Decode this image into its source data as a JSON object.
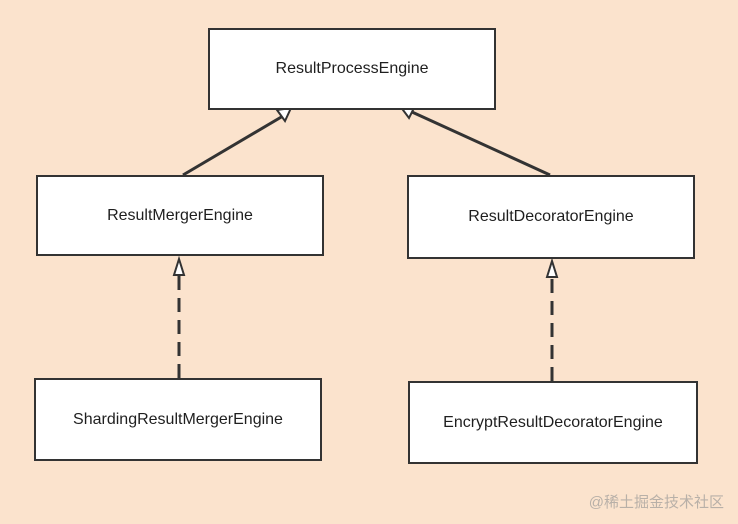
{
  "diagram": {
    "nodes": {
      "process": "ResultProcessEngine",
      "merger": "ResultMergerEngine",
      "decorator": "ResultDecoratorEngine",
      "sharding": "ShardingResultMergerEngine",
      "encrypt": "EncryptResultDecoratorEngine"
    },
    "edges": [
      {
        "from": "merger",
        "to": "process",
        "type": "inheritance"
      },
      {
        "from": "decorator",
        "to": "process",
        "type": "inheritance"
      },
      {
        "from": "sharding",
        "to": "merger",
        "type": "realization"
      },
      {
        "from": "encrypt",
        "to": "decorator",
        "type": "realization"
      }
    ],
    "colors": {
      "background": "#fbe3cd",
      "node_fill": "#ffffff",
      "stroke": "#333333"
    }
  },
  "watermark": "@稀土掘金技术社区"
}
